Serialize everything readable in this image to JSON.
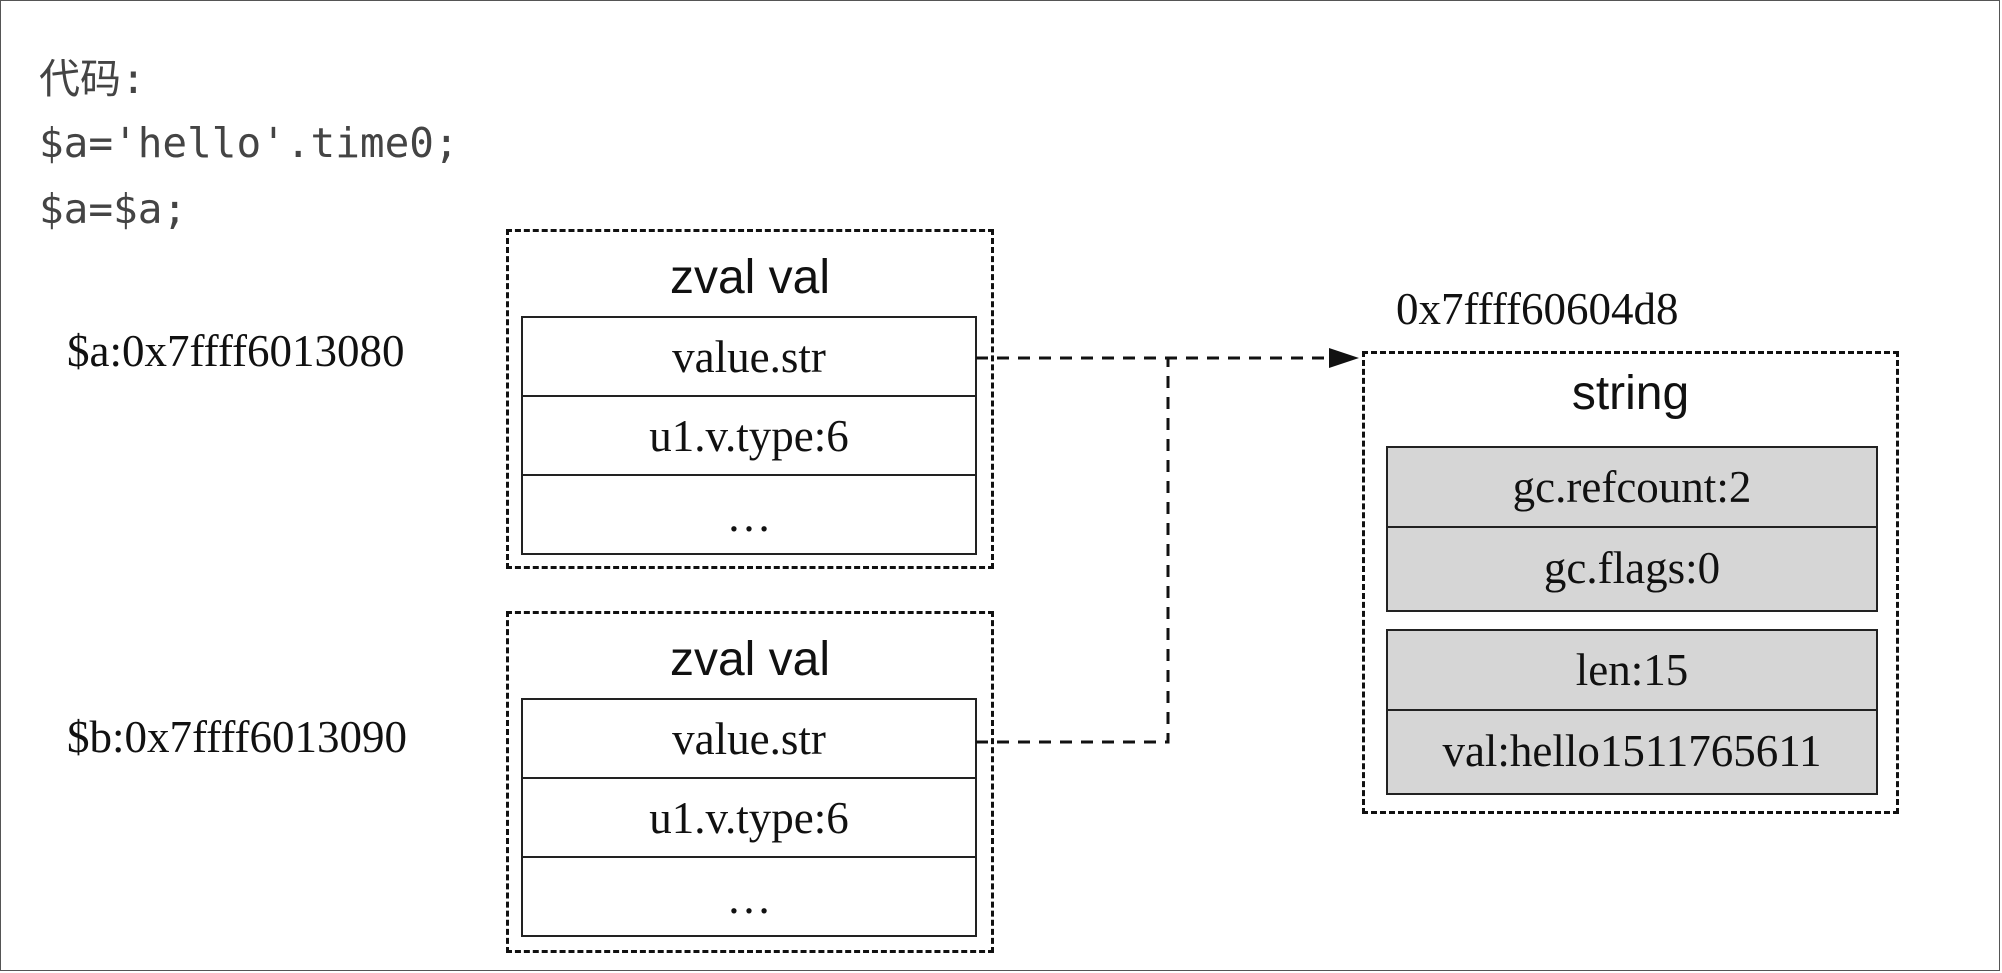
{
  "code": {
    "title": "代码:",
    "line1": "$a='hello'.time0;",
    "line2": "$a=$a;"
  },
  "zval_a": {
    "var_label": "$a:0x7ffff6013080",
    "title": "zval val",
    "cells": [
      "value.str",
      "u1.v.type:6",
      "…"
    ]
  },
  "zval_b": {
    "var_label": "$b:0x7ffff6013090",
    "title": "zval val",
    "cells": [
      "value.str",
      "u1.v.type:6",
      "…"
    ]
  },
  "string_struct": {
    "address": "0x7ffff60604d8",
    "title": "string",
    "gc_cells": [
      "gc.refcount:2",
      "gc.flags:0"
    ],
    "data_cells": [
      "len:15",
      "val:hello1511765611"
    ]
  }
}
